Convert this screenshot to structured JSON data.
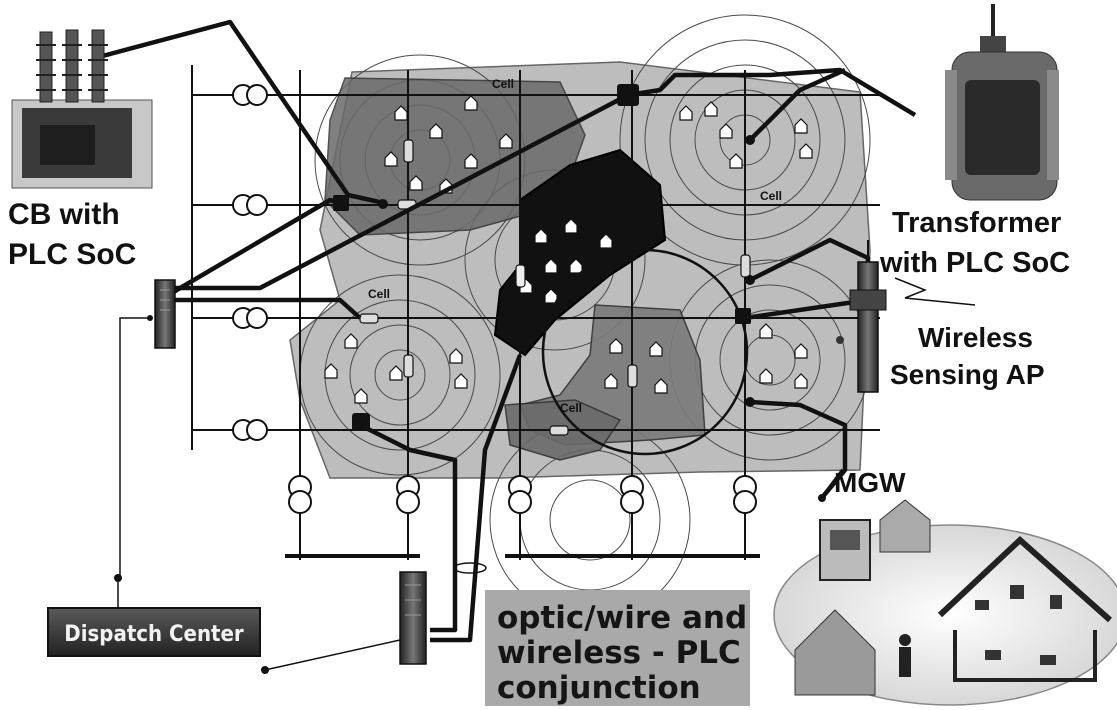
{
  "labels": {
    "cb_line1": "CB with",
    "cb_line2": "PLC SoC",
    "tr_line1": "Transformer",
    "tr_line2": "with PLC SoC",
    "ws_line1": "Wireless",
    "ws_line2": "Sensing AP",
    "mgw": "MGW",
    "dispatch": "Dispatch Center",
    "optic_line1": "optic/wire and",
    "optic_line2": "wireless - PLC",
    "optic_line3": "conjunction",
    "cell": "Cell"
  },
  "colors": {
    "cell_dark": "#2e2e2e",
    "cell_mid": "#6e6e6e",
    "cell_light": "#a3a3a3",
    "area_base": "#b8b8b8",
    "dispatch_bg": "#3a3a3a",
    "optic_bg": "#a9a9a9"
  }
}
